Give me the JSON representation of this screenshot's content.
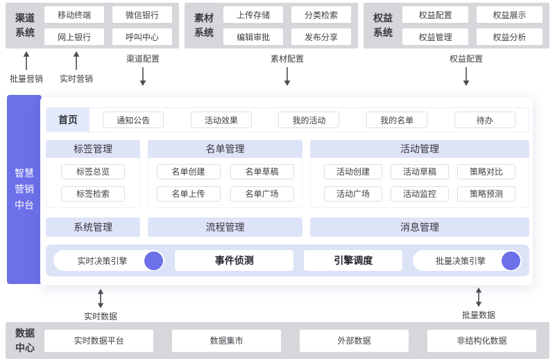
{
  "colors": {
    "accent_purple": "#6C70E9",
    "lavender": "#DEE4F8",
    "lavender_light": "#E2E9FB",
    "box_gray": "#D5D7DA"
  },
  "top_systems": [
    {
      "label": "渠道系统",
      "items": [
        "移动终端",
        "微信银行",
        "网上银行",
        "呼叫中心"
      ]
    },
    {
      "label": "素材系统",
      "items": [
        "上传存储",
        "分类检索",
        "编辑审批",
        "发布分享"
      ]
    },
    {
      "label": "权益系统",
      "items": [
        "权益配置",
        "权益展示",
        "权益管理",
        "权益分析"
      ]
    }
  ],
  "top_flows": [
    {
      "label": "批量营销",
      "direction": "up"
    },
    {
      "label": "实时营销",
      "direction": "up"
    },
    {
      "label": "渠道配置",
      "direction": "down"
    },
    {
      "label": "素材配置",
      "direction": "down"
    },
    {
      "label": "权益配置",
      "direction": "down"
    }
  ],
  "platform": {
    "sidebar_label": "智慧营销中台",
    "home_label": "首页",
    "home_items": [
      "通知公告",
      "活动效果",
      "我的活动",
      "我的名单",
      "待办"
    ],
    "panels": [
      {
        "title": "标签管理",
        "items": [
          "标签总览",
          "标签检索"
        ]
      },
      {
        "title": "名单管理",
        "items": [
          "名单创建",
          "名单草稿",
          "名单上传",
          "名单广场"
        ]
      },
      {
        "title": "活动管理",
        "items": [
          "活动创建",
          "活动草稿",
          "策略对比",
          "活动广场",
          "活动监控",
          "策略预测"
        ]
      }
    ],
    "section_bars": [
      "系统管理",
      "流程管理",
      "消息管理"
    ],
    "engines": [
      {
        "label": "实时决策引擎",
        "dot": true
      },
      {
        "label": "事件侦测",
        "dot": false
      },
      {
        "label": "引擎调度",
        "dot": false
      },
      {
        "label": "批量决策引擎",
        "dot": true
      }
    ]
  },
  "bottom_flows": [
    {
      "label": "实时数据",
      "direction": "both"
    },
    {
      "label": "批量数据",
      "direction": "both"
    }
  ],
  "data_center": {
    "label": "数据中心",
    "items": [
      "实时数据平台",
      "数据集市",
      "外部数据",
      "非结构化数据"
    ]
  }
}
